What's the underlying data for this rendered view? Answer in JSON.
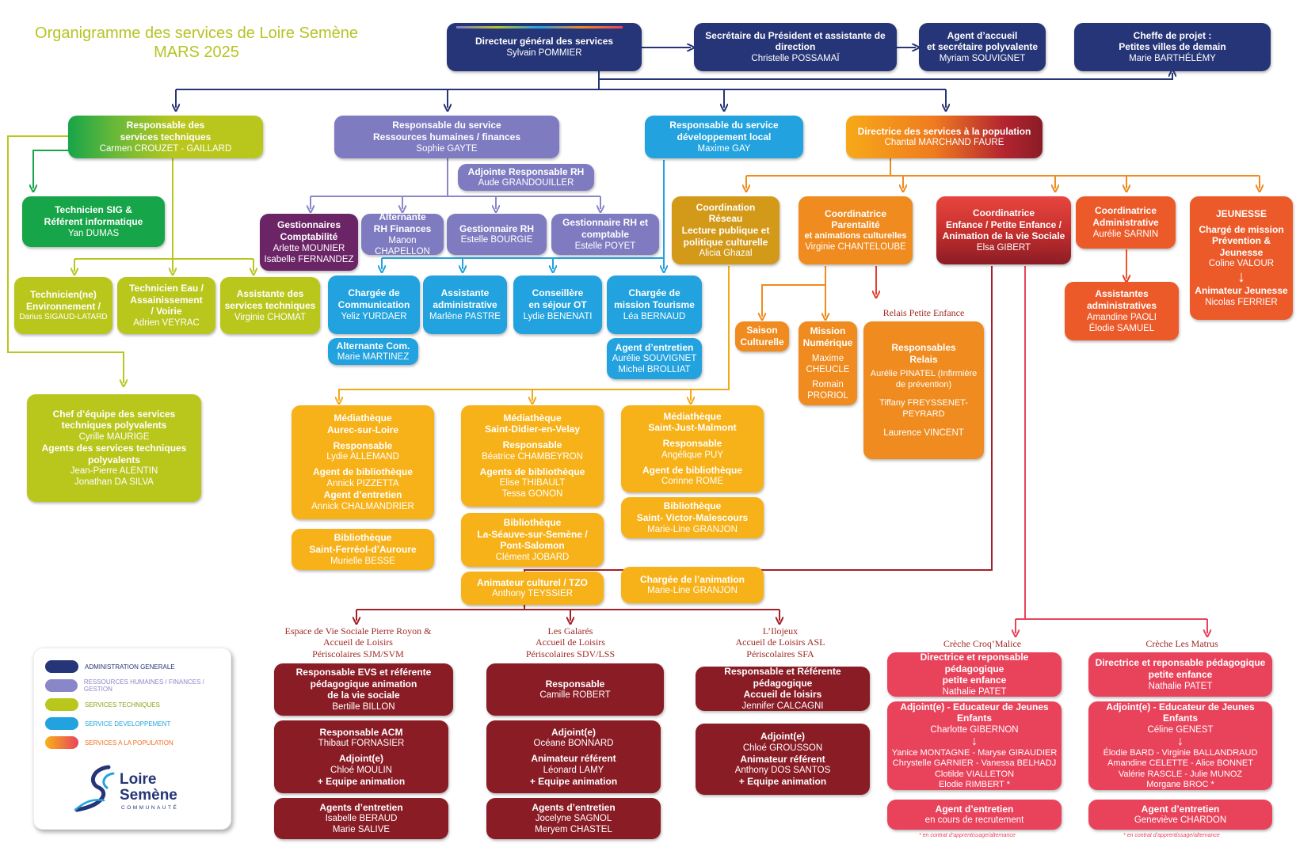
{
  "title": {
    "line1": "Organigramme des services de Loire Semène",
    "line2": "MARS 2025"
  },
  "colors": {
    "admin": "#263577",
    "rh": "#7f7bc1",
    "tech": "#b9c71d",
    "dev": "#22a2de",
    "pop": "#ef8b1f",
    "bordeaux": "#8a1c26",
    "pink": "#e9435c"
  },
  "top": {
    "dgs": {
      "t": "Directeur général des services",
      "n": "Sylvain POMMIER"
    },
    "sec": {
      "t": "Secrétaire du Président et assistante de direction",
      "n": "Christelle POSSAMAÏ"
    },
    "acc": {
      "t1": "Agent d’accueil",
      "t2": "et secrétaire polyvalente",
      "n": "Myriam SOUVIGNET"
    },
    "pvd": {
      "t1": "Cheffe de projet :",
      "t2": "Petites villes de demain",
      "n": "Marie BARTHÉLÉMY"
    }
  },
  "tech": {
    "resp": {
      "t1": "Responsable des",
      "t2": "services techniques",
      "n": "Carmen CROUZET - GAILLARD"
    },
    "sig": {
      "t1": "Technicien SIG &",
      "t2": "Référent informatique",
      "n": "Yan DUMAS"
    },
    "env": {
      "t1": "Technicien(ne)",
      "t2": "Environnement /",
      "n": "Darius SIGAUD-LATARD"
    },
    "eau": {
      "t1": "Technicien Eau /",
      "t2": "Assainissement",
      "t3": "/ Voirie",
      "n": "Adrien VEYRAC"
    },
    "asst": {
      "t1": "Assistante des",
      "t2": "services techniques",
      "n": "Virginie CHOMAT"
    },
    "chef": {
      "t1": "Chef d’équipe des services",
      "t2": "techniques polyvalents",
      "n1": "Cyrille MAURIGE",
      "t3": "Agents des services techniques",
      "t4": "polyvalents",
      "n2": "Jean-Pierre ALENTIN",
      "n3": "Jonathan DA SILVA"
    }
  },
  "rh": {
    "resp": {
      "t1": "Responsable du service",
      "t2": "Ressources humaines / finances",
      "n": "Sophie GAYTE"
    },
    "adj": {
      "t": "Adjointe Responsable RH",
      "n": "Aude GRANDOUILLER"
    },
    "compta": {
      "t1": "Gestionnaires",
      "t2": "Comptabilité",
      "n1": "Arlette MOUNIER",
      "n2": "Isabelle FERNANDEZ"
    },
    "alt": {
      "t1": "Alternante",
      "t2": "RH Finances",
      "n": "Manon CHAPELLON"
    },
    "grh": {
      "t": "Gestionnaire RH",
      "n": "Estelle BOURGIE"
    },
    "grhc": {
      "t1": "Gestionnaire RH et",
      "t2": "comptable",
      "n": "Estelle POYET"
    }
  },
  "dev": {
    "resp": {
      "t1": "Responsable du service",
      "t2": "développement local",
      "n": "Maxime GAY"
    },
    "com": {
      "t1": "Chargée de",
      "t2": "Communication",
      "n": "Yeliz YURDAER"
    },
    "adm": {
      "t1": "Assistante",
      "t2": "administrative",
      "n": "Marlène PASTRE"
    },
    "ot": {
      "t1": "Conseillère",
      "t2": "en séjour OT",
      "n": "Lydie BENENATI"
    },
    "tour": {
      "t1": "Chargée de",
      "t2": "mission Tourisme",
      "n": "Léa BERNAUD"
    },
    "altcom": {
      "t": "Alternante Com.",
      "n": "Marie MARTINEZ"
    },
    "ent": {
      "t": "Agent d’entretien",
      "n1": "Aurélie SOUVIGNET",
      "n2": "Michel BROLLIAT"
    }
  },
  "pop": {
    "dir": {
      "t": "Directrice des services à la population",
      "n": "Chantal MARCHAND FAURE"
    },
    "lect": {
      "t1": "Coordination",
      "t2": "Réseau",
      "t3": "Lecture publique et",
      "t4": "politique culturelle",
      "n": "Alicia Ghazal"
    },
    "par": {
      "t1": "Coordinatrice",
      "t2": "Parentalité",
      "t3": "et animations culturelles",
      "n": "Virginie CHANTELOUBE"
    },
    "enf": {
      "t1": "Coordinatrice",
      "t2": "Enfance / Petite Enfance /",
      "t3": "Animation de la vie Sociale",
      "n": "Elsa GIBERT"
    },
    "adm": {
      "t1": "Coordinatrice",
      "t2": "Administrative",
      "n": "Aurélie SARNIN"
    },
    "jeun": {
      "t": "JEUNESSE",
      "t2": "Chargé de mission",
      "t3": "Prévention & Jeunesse",
      "n1": "Coline VALOUR",
      "arrow": "↓",
      "t4": "Animateur Jeunesse",
      "n2": "Nicolas FERRIER"
    },
    "asst": {
      "t1": "Assistantes",
      "t2": "administratives",
      "n1": "Amandine PAOLI",
      "n2": "Élodie SAMUEL"
    },
    "saison": {
      "t1": "Saison",
      "t2": "Culturelle"
    },
    "mission": {
      "t1": "Mission",
      "t2": "Numérique",
      "n1": "Maxime",
      "n2": "CHEUCLE",
      "n3": "Romain",
      "n4": "PRORIOL"
    },
    "relais_label": "Relais Petite Enfance",
    "relais": {
      "t1": "Responsables",
      "t2": "Relais",
      "n1": "Aurélie PINATEL (Infirmière",
      "n1b": "de prévention)",
      "n2": "Tiffany FREYSSENET-",
      "n2b": "PEYRARD",
      "n3": "Laurence VINCENT"
    }
  },
  "med": {
    "aurec": {
      "t1": "Médiathèque",
      "t2": "Aurec-sur-Loire",
      "r": "Responsable",
      "rn": "Lydie ALLEMAND",
      "a": "Agent de bibliothèque",
      "an": "Annick PIZZETTA",
      "e": "Agent d’entretien",
      "en": "Annick CHALMANDRIER"
    },
    "ferreol": {
      "t1": "Bibliothèque",
      "t2": "Saint-Ferréol-d’Auroure",
      "n": "Murielle BESSE"
    },
    "didier": {
      "t1": "Médiathèque",
      "t2": "Saint-Didier-en-Velay",
      "r": "Responsable",
      "rn": "Béatrice CHAMBEYRON",
      "a": "Agents de bibliothèque",
      "an1": "Elise THIBAULT",
      "an2": "Tessa GONON"
    },
    "seauve": {
      "t1": "Bibliothèque",
      "t2": "La-Séauve-sur-Semène /",
      "t3": "Pont-Salomon",
      "n": "Clément JOBARD"
    },
    "tzo": {
      "t": "Animateur culturel / TZO",
      "n": "Anthony TEYSSIER"
    },
    "just": {
      "t1": "Médiathèque",
      "t2": "Saint-Just-Malmont",
      "r": "Responsable",
      "rn": "Angélique PUY",
      "a": "Agent de bibliothèque",
      "an": "Corinne ROME"
    },
    "victor": {
      "t1": "Bibliothèque",
      "t2": "Saint- Victor-Malescours",
      "n": "Marie-Line GRANJON"
    },
    "anim": {
      "t": "Chargée de l’animation",
      "n": "Marie-Line GRANJON"
    }
  },
  "evs": {
    "label1": "Espace de Vie Sociale Pierre Royon &",
    "label2": "Accueil de Loisirs",
    "label3": "Périscolaires SJM/SVM",
    "b1": {
      "t1": "Responsable EVS et référente",
      "t2": "pédagogique animation",
      "t3": "de la vie sociale",
      "n": "Bertille BILLON"
    },
    "b2": {
      "t1": "Responsable ACM",
      "n1": "Thibaut FORNASIER",
      "t2": "Adjoint(e)",
      "n2": "Chloé MOULIN",
      "t3": "+ Equipe animation"
    },
    "b3": {
      "t": "Agents d’entretien",
      "n1": "Isabelle BERAUD",
      "n2": "Marie SALIVE"
    }
  },
  "gal": {
    "label1": "Les Galarés",
    "label2": "Accueil de Loisirs",
    "label3": "Périscolaires SDV/LSS",
    "b1": {
      "t": "Responsable",
      "n": "Camille ROBERT"
    },
    "b2": {
      "t1": "Adjoint(e)",
      "n1": "Océane BONNARD",
      "t2": "Animateur référent",
      "n2": "Léonard LAMY",
      "t3": "+ Equipe animation"
    },
    "b3": {
      "t": "Agents d’entretien",
      "n1": "Jocelyne SAGNOL",
      "n2": "Meryem CHASTEL"
    }
  },
  "ilo": {
    "label1": "L’Ilojeux",
    "label2": "Accueil de Loisirs ASL",
    "label3": "Périscolaires SFA",
    "b1": {
      "t1": "Responsable et Référente pédagogique",
      "t2": "Accueil de loisirs",
      "n": "Jennifer CALCAGNI"
    },
    "b2": {
      "t1": "Adjoint(e)",
      "n1": "Chloé GROUSSON",
      "t2": "Animateur référent",
      "n2": "Anthony DOS SANTOS",
      "t3": "+ Equipe animation"
    }
  },
  "croq": {
    "label": "Crèche  Croq’Malice",
    "b1": {
      "t1": "Directrice et reponsable pédagogique",
      "t2": "petite enfance",
      "n": "Nathalie PATET"
    },
    "b2": {
      "t": "Adjoint(e)  - Educateur de Jeunes Enfants",
      "n": "Charlotte GIBERNON",
      "arrow": "↓",
      "m1": "Yanice MONTAGNE - Maryse GIRAUDIER",
      "m2": "Chrystelle GARNIER - Vanessa BELHADJ",
      "m3": "Clotilde VIALLETON",
      "m4": "Elodie RIMBERT *"
    },
    "b3": {
      "t": "Agent d’entretien",
      "n": "en cours de recrutement"
    },
    "note": "* en contrat d’apprentissage/alternance"
  },
  "mat": {
    "label": "Crèche  Les Matrus",
    "b1": {
      "t1": "Directrice et reponsable pédagogique",
      "t2": "petite enfance",
      "n": "Nathalie PATET"
    },
    "b2": {
      "t": "Adjoint(e)  - Educateur de Jeunes Enfants",
      "n": "Céline GENEST",
      "arrow": "↓",
      "m1": "Élodie BARD - Virginie BALLANDRAUD",
      "m2": "Amandine CELETTE - Alice BONNET",
      "m3": "Valérie RASCLE - Julie MUNOZ",
      "m4": "Morgane BROC *"
    },
    "b3": {
      "t": "Agent d’entretien",
      "n": "Geneviève CHARDON"
    },
    "note": "* en contrat d’apprentissage/alternance"
  },
  "legend": {
    "items": [
      {
        "label": "ADMINISTRATION GENERALE",
        "color": "#263577",
        "text": "#263577"
      },
      {
        "label": "RESSOURCES HUMAINES / FINANCES / GESTION",
        "color": "#8a87c9",
        "text": "#8a87c9"
      },
      {
        "label": "SERVICES TECHNIQUES",
        "color": "#b9c71d",
        "text": "#8ea014"
      },
      {
        "label": "SERVICE DEVELOPPEMENT",
        "color": "#22a2de",
        "text": "#22a2de"
      },
      {
        "label": "SERVICES A LA POPULATION",
        "color": "#ef6f1f",
        "text": "#ef6f1f"
      }
    ],
    "logo1": "Loire",
    "logo2": "Semène",
    "logo3": "COMMUNAUTÉ"
  }
}
